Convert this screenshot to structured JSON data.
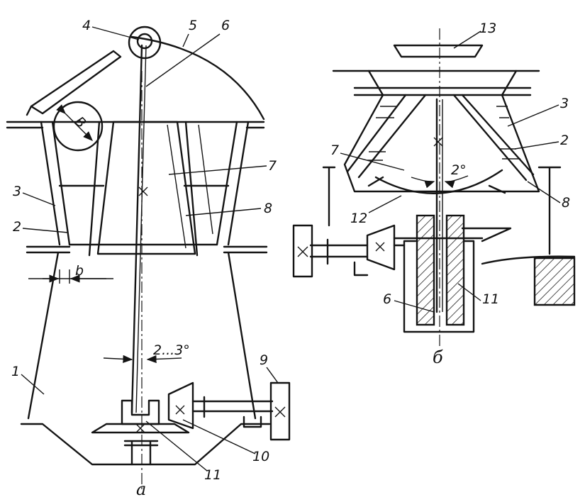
{
  "figure": {
    "view_a_caption": "а",
    "view_b_caption": "б",
    "angle_a": "2...3°",
    "angle_b": "2°",
    "dim_B": "В",
    "dim_b": "b"
  },
  "labels_a": [
    "1",
    "2",
    "3",
    "4",
    "5",
    "6",
    "7",
    "8",
    "9",
    "10",
    "11"
  ],
  "labels_b": [
    "2",
    "3",
    "6",
    "7",
    "8",
    "11",
    "12",
    "13"
  ],
  "colors": {
    "ink": "#141414",
    "paper": "#ffffff"
  }
}
